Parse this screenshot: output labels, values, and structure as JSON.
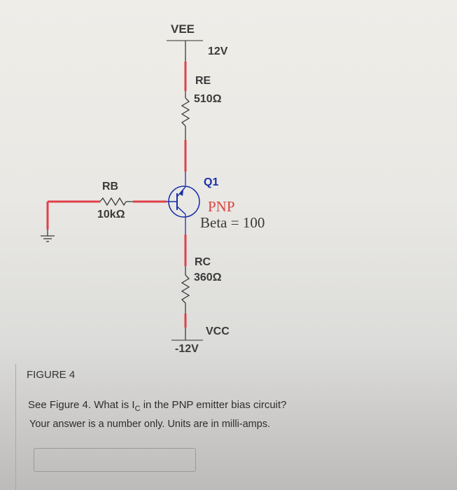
{
  "figure": {
    "vee_label": "VEE",
    "vee_value": "12V",
    "re_label": "RE",
    "re_value": "510Ω",
    "rb_label": "RB",
    "rb_value": "10kΩ",
    "q_label": "Q1",
    "q_type": "PNP",
    "q_beta": "Beta = 100",
    "rc_label": "RC",
    "rc_value": "360Ω",
    "vcc_label": "VCC",
    "vcc_value": "-12V",
    "colors": {
      "wire": "#3a3a8a",
      "highlight": "#e0404a",
      "transistor": "#1a2fa8",
      "text": "#3a3a3a"
    }
  },
  "caption": "FIGURE 4",
  "question": {
    "prefix": "See Figure 4. What is I",
    "subscript": "C",
    "suffix": " in the PNP emitter bias circuit?",
    "note": "Your answer is a number only. Units are in milli-amps."
  },
  "answer": {
    "value": "",
    "placeholder": ""
  }
}
